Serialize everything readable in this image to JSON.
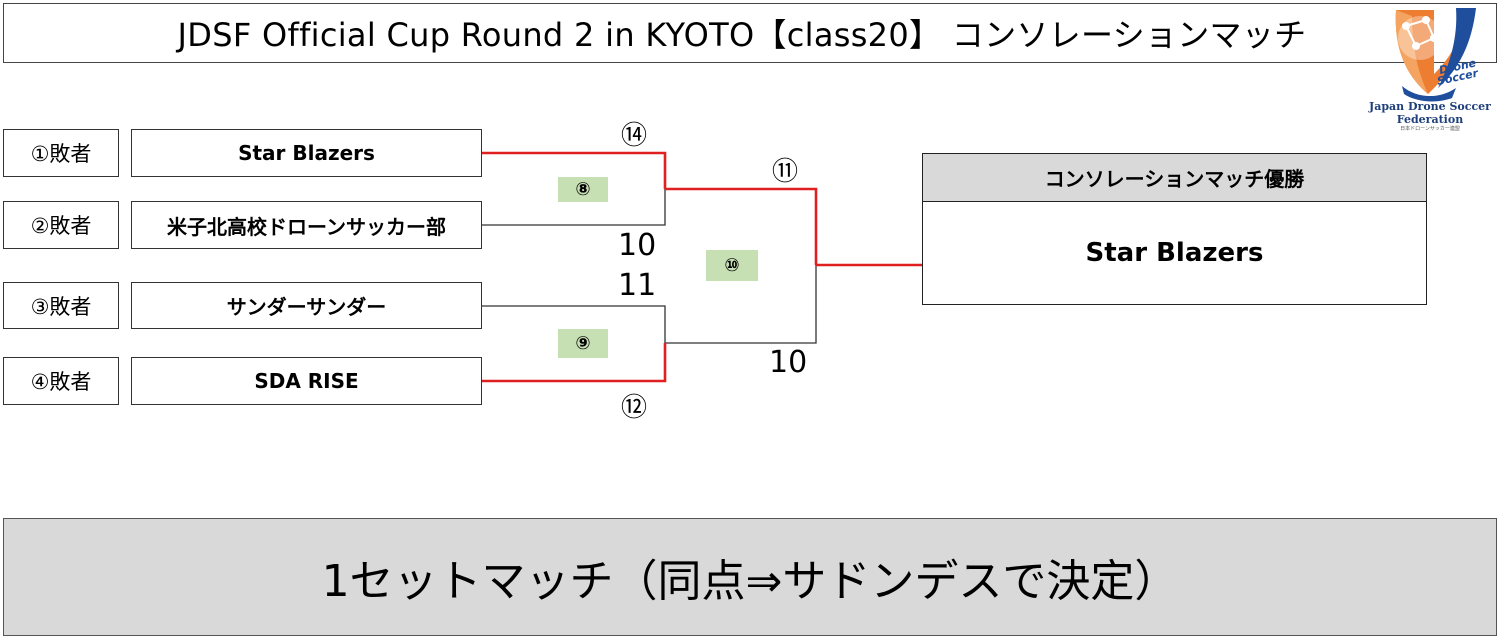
{
  "title": "JDSF Official Cup Round 2 in KYOTO【class20】 コンソレーションマッチ",
  "logo": {
    "icon": "drone-soccer-logo",
    "line1": "Japan Drone Soccer",
    "line2": "Federation",
    "line3": "日本ドローンサッカー連盟"
  },
  "entries": [
    {
      "seed": "①敗者",
      "team": "Star Blazers"
    },
    {
      "seed": "②敗者",
      "team": "米子北高校ドローンサッカー部"
    },
    {
      "seed": "③敗者",
      "team": "サンダーサンダー"
    },
    {
      "seed": "④敗者",
      "team": "SDA RISE"
    }
  ],
  "matches": {
    "m8": "⑧",
    "m9": "⑨",
    "m10": "⑩"
  },
  "circled_numbers": {
    "top_first_round": "⑭",
    "bottom_first_round": "⑫",
    "final_top": "⑪"
  },
  "scores": {
    "semi1_loser": "10",
    "semi2_loser": "11",
    "final_loser": "10"
  },
  "winner": {
    "header": "コンソレーションマッチ優勝",
    "name": "Star Blazers"
  },
  "rule": "1セットマッチ（同点⇒サドンデスで決定）",
  "colors": {
    "win_line": "#e02020",
    "line": "#333333",
    "match_badge": "#c6e0b4",
    "header_gray": "#d9d9d9"
  }
}
